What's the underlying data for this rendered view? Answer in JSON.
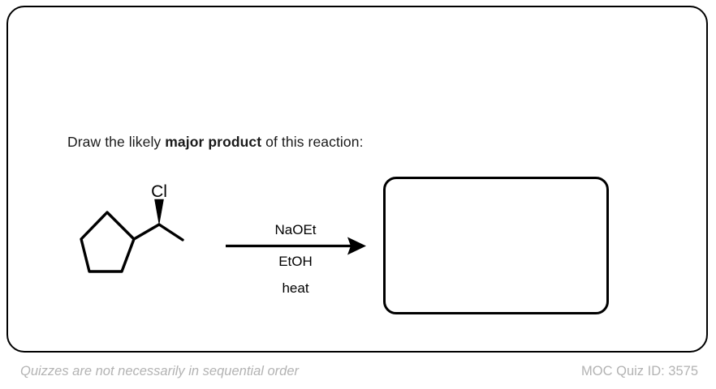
{
  "card": {
    "question": {
      "prefix": "Draw the likely ",
      "emphasis": "major product",
      "suffix": " of this reaction:"
    },
    "reaction": {
      "reactant": {
        "name": "chlorocyclopentyl-ethane",
        "substituent_label": "Cl",
        "ring": "cyclopentane",
        "stereo_bond": "bold-wedge"
      },
      "reagents_above": "NaOEt",
      "reagents_below_line1": "EtOH",
      "reagents_below_line2": "heat",
      "arrow": "reaction-arrow-right"
    },
    "answer_box": {
      "content": "",
      "placeholder": ""
    }
  },
  "footer": {
    "note": "Quizzes are not necessarily in sequential order",
    "quiz_id_label": "MOC Quiz ID: 3575"
  },
  "colors": {
    "ink": "#000000",
    "text": "#1a1a1a",
    "muted": "#b3b3b3",
    "background": "#ffffff"
  }
}
